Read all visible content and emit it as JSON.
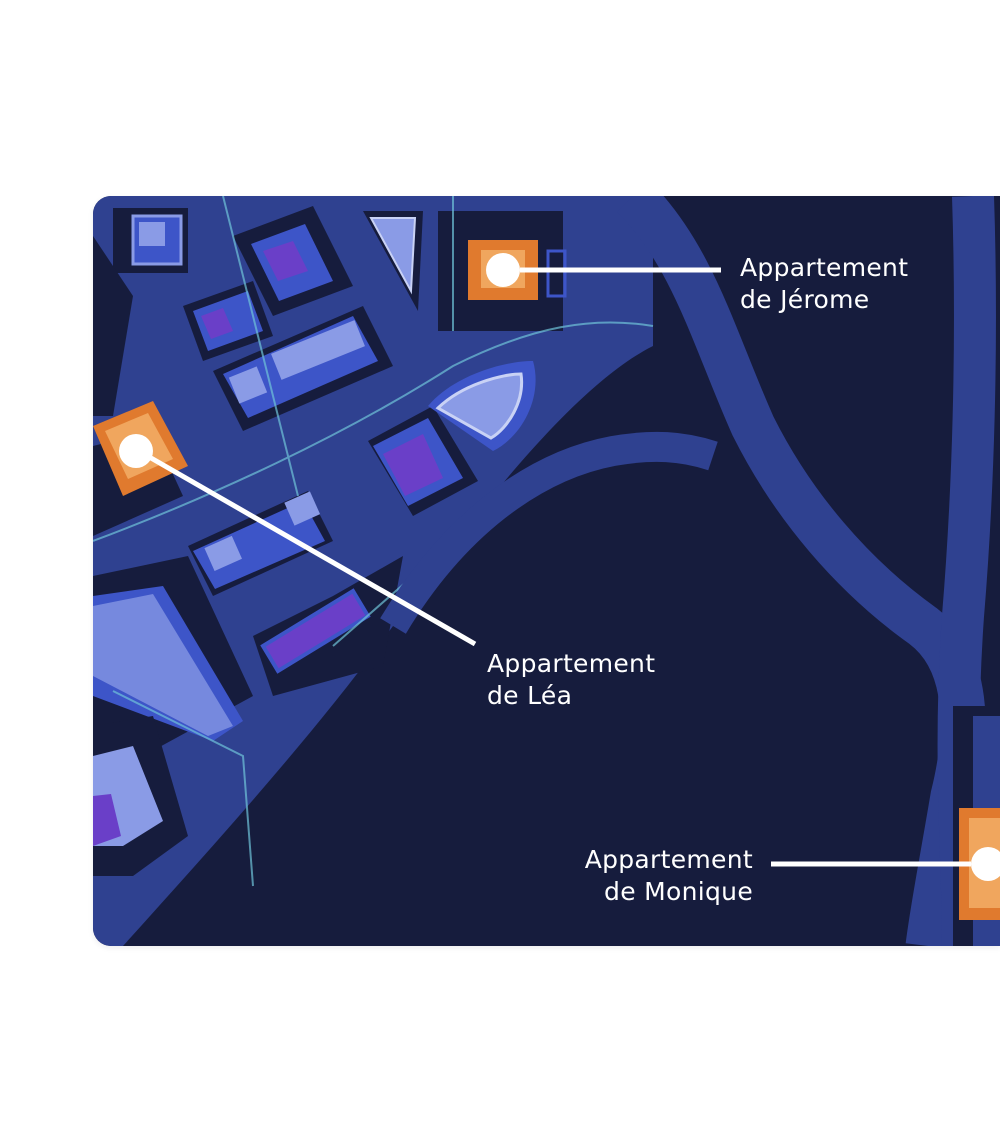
{
  "map": {
    "colors": {
      "background": "#161c3d",
      "road": "#2f4190",
      "block": "#3d55c8",
      "block_light": "#8a9be6",
      "block_purple": "#6a3fc8",
      "park_line": "#6fc3d8",
      "apartment": "#e07a2e",
      "pin": "#ffffff"
    },
    "markers": [
      {
        "id": "jerome",
        "icon": "apartment-pin-icon",
        "line1": "Appartement",
        "line2": "de Jérome"
      },
      {
        "id": "lea",
        "icon": "apartment-pin-icon",
        "line1": "Appartement",
        "line2": "de Léa"
      },
      {
        "id": "monique",
        "icon": "apartment-pin-icon",
        "line1": "Appartement",
        "line2": "de Monique"
      }
    ]
  }
}
